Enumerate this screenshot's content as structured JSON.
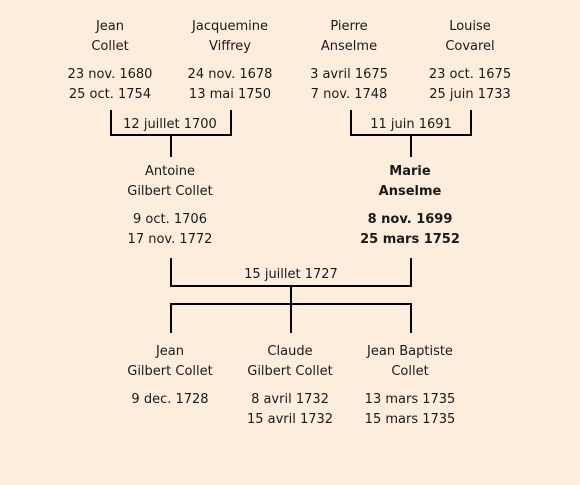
{
  "people": {
    "p1": {
      "first": "Jean",
      "last": "Collet",
      "birth": "23 nov. 1680",
      "death": "25 oct. 1754"
    },
    "p2": {
      "first": "Jacquemine",
      "last": "Viffrey",
      "birth": "24 nov. 1678",
      "death": "13 mai 1750"
    },
    "p3": {
      "first": "Pierre",
      "last": "Anselme",
      "birth": "3 avril 1675",
      "death": "7 nov. 1748"
    },
    "p4": {
      "first": "Louise",
      "last": "Covarel",
      "birth": "23 oct. 1675",
      "death": "25 juin 1733"
    },
    "p5": {
      "first": "Antoine",
      "last": "Gilbert Collet",
      "birth": "9 oct. 1706",
      "death": "17 nov. 1772"
    },
    "p6": {
      "first": "Marie",
      "last": "Anselme",
      "birth": "8 nov. 1699",
      "death": "25 mars 1752"
    },
    "c1": {
      "first": "Jean",
      "last": "Gilbert Collet",
      "birth": "9 dec. 1728",
      "death": ""
    },
    "c2": {
      "first": "Claude",
      "last": "Gilbert Collet",
      "birth": "8 avril 1732",
      "death": "15 avril 1732"
    },
    "c3": {
      "first": "Jean Baptiste",
      "last": "Collet",
      "birth": "13 mars 1735",
      "death": "15 mars 1735"
    }
  },
  "marriages": {
    "m1": "12 juillet 1700",
    "m2": "11 juin 1691",
    "m3": "15 juillet 1727"
  }
}
